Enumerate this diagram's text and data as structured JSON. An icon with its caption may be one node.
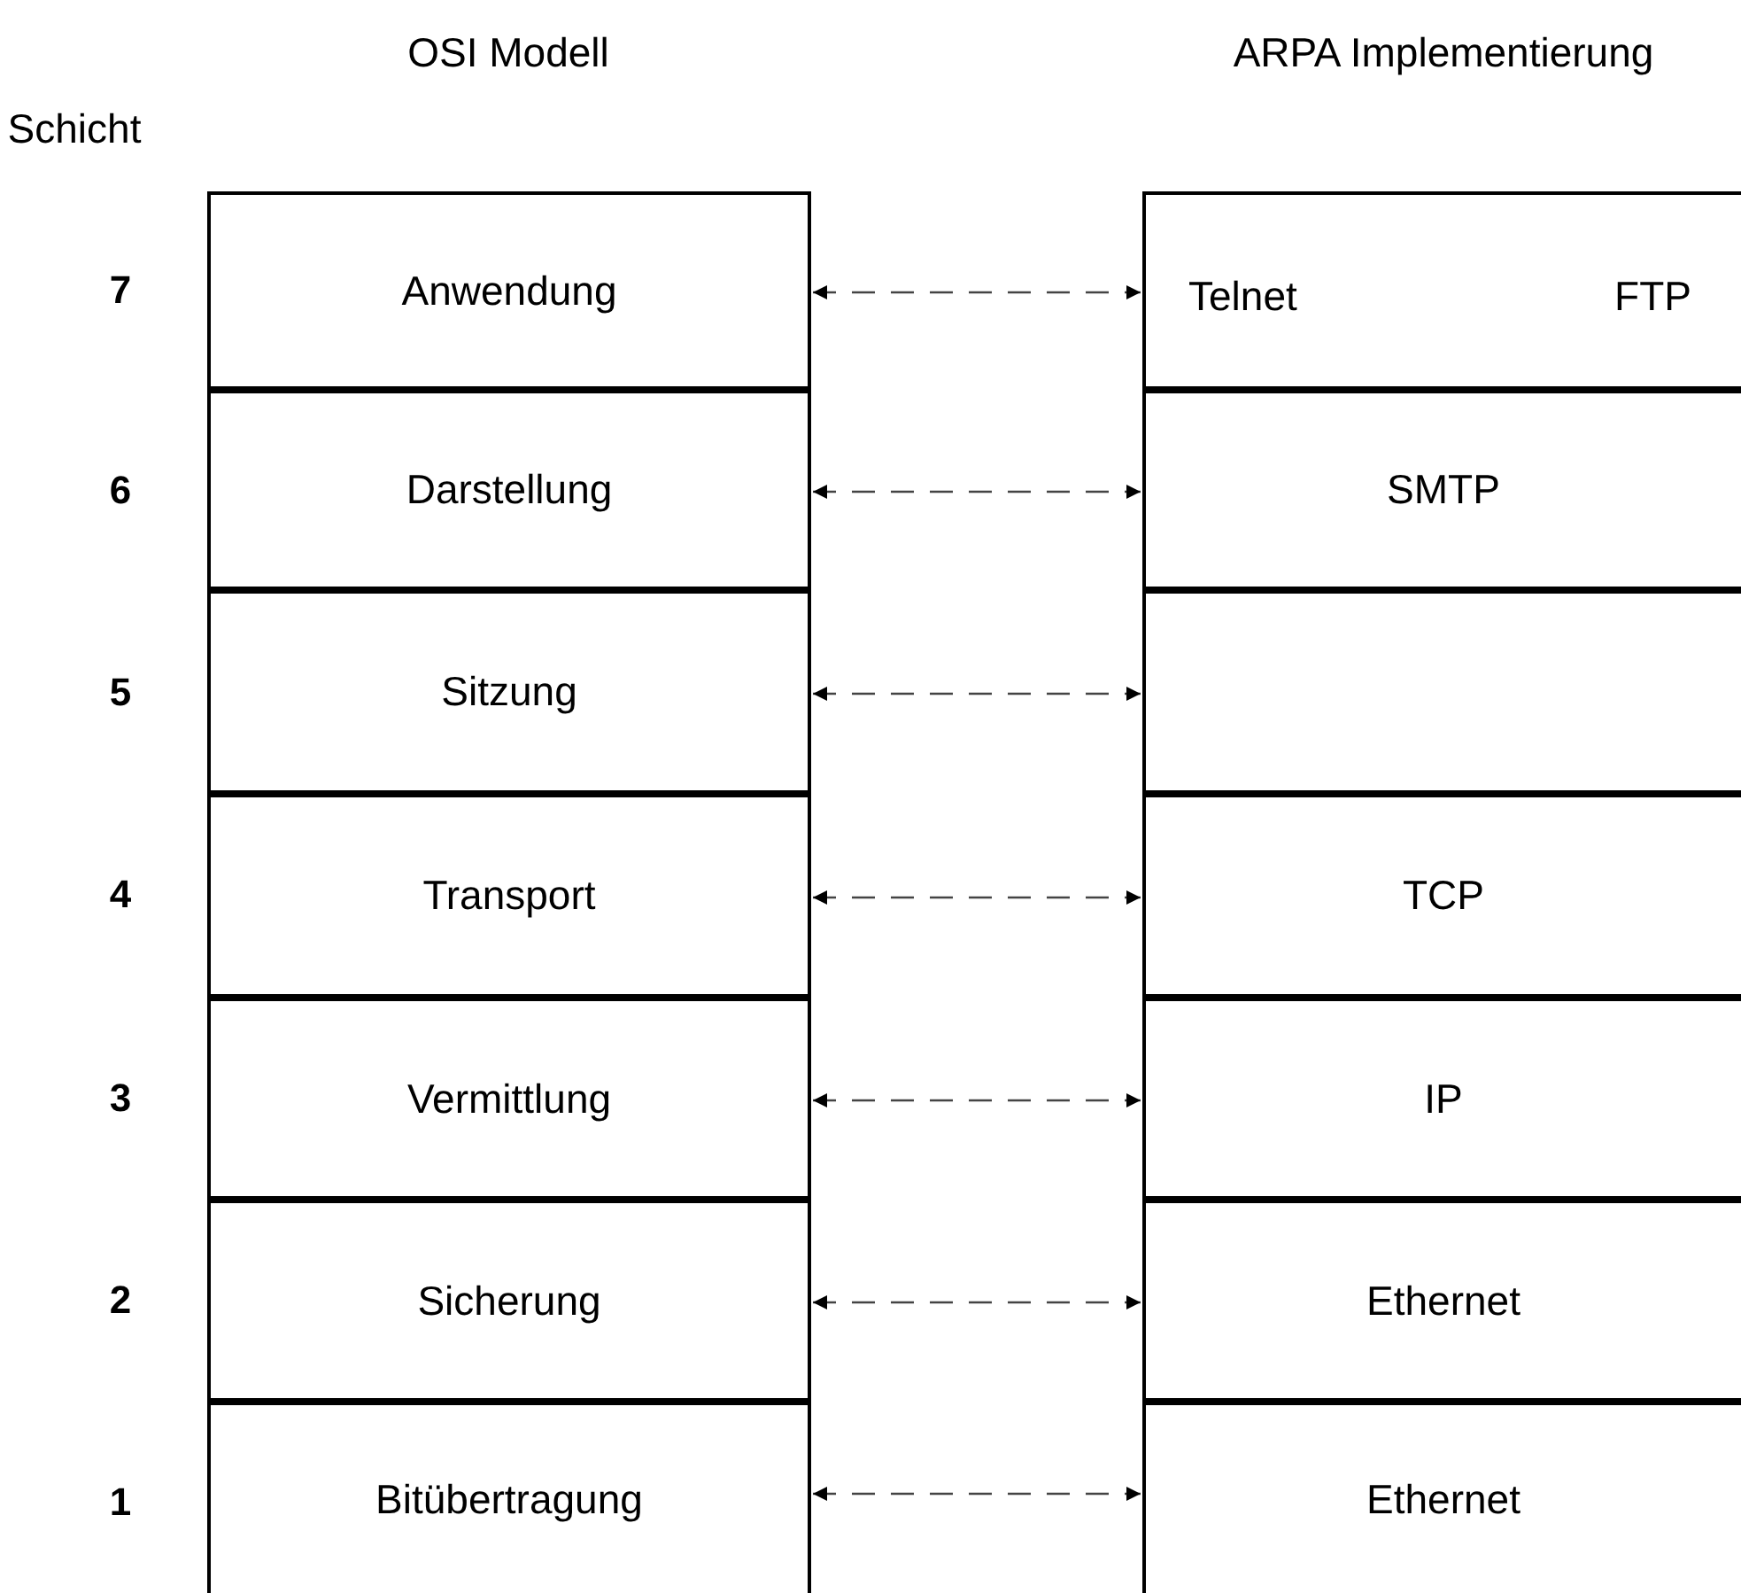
{
  "diagram": {
    "nodes": [
      {
        "text": [
          "Anwendung"
        ]
      },
      {
        "text": [
          "Darstellung"
        ]
      },
      {
        "text": [
          "Sitzung"
        ]
      },
      {
        "text": [
          "Transport"
        ]
      },
      {
        "text": [
          "Vermittlung"
        ]
      },
      {
        "text": [
          "Sicherung"
        ]
      },
      {
        "text": [
          "Bitübertragung"
        ]
      },
      {
        "text": [
          "Telnet",
          "FTP"
        ]
      },
      {
        "text": [
          "SMTP"
        ]
      },
      {
        "text": [],
        "shape": "box"
      },
      {
        "text": [
          "TCP"
        ]
      },
      {
        "text": [
          "IP"
        ]
      },
      {
        "text": [
          "Ethernet"
        ]
      },
      {
        "text": [
          "Ethernet"
        ]
      }
    ],
    "edges": [
      {
        "from": 0,
        "to": 7,
        "arrow": "both",
        "style": "dashed"
      },
      {
        "from": 1,
        "to": 8,
        "arrow": "both",
        "style": "dashed"
      },
      {
        "from": 2,
        "to": 9,
        "arrow": "both",
        "style": "dashed"
      },
      {
        "from": 3,
        "to": 10,
        "arrow": "both",
        "style": "dashed"
      },
      {
        "from": 4,
        "to": 11,
        "arrow": "both",
        "style": "dashed"
      },
      {
        "from": 5,
        "to": 12,
        "arrow": "both",
        "style": "dashed"
      },
      {
        "from": 6,
        "to": 13,
        "arrow": "both",
        "style": "dashed"
      }
    ],
    "labels": [
      "OSI Modell",
      "ARPA Implementierung",
      "Schicht",
      "7",
      "6",
      "5",
      "4",
      "3",
      "2",
      "1"
    ]
  }
}
